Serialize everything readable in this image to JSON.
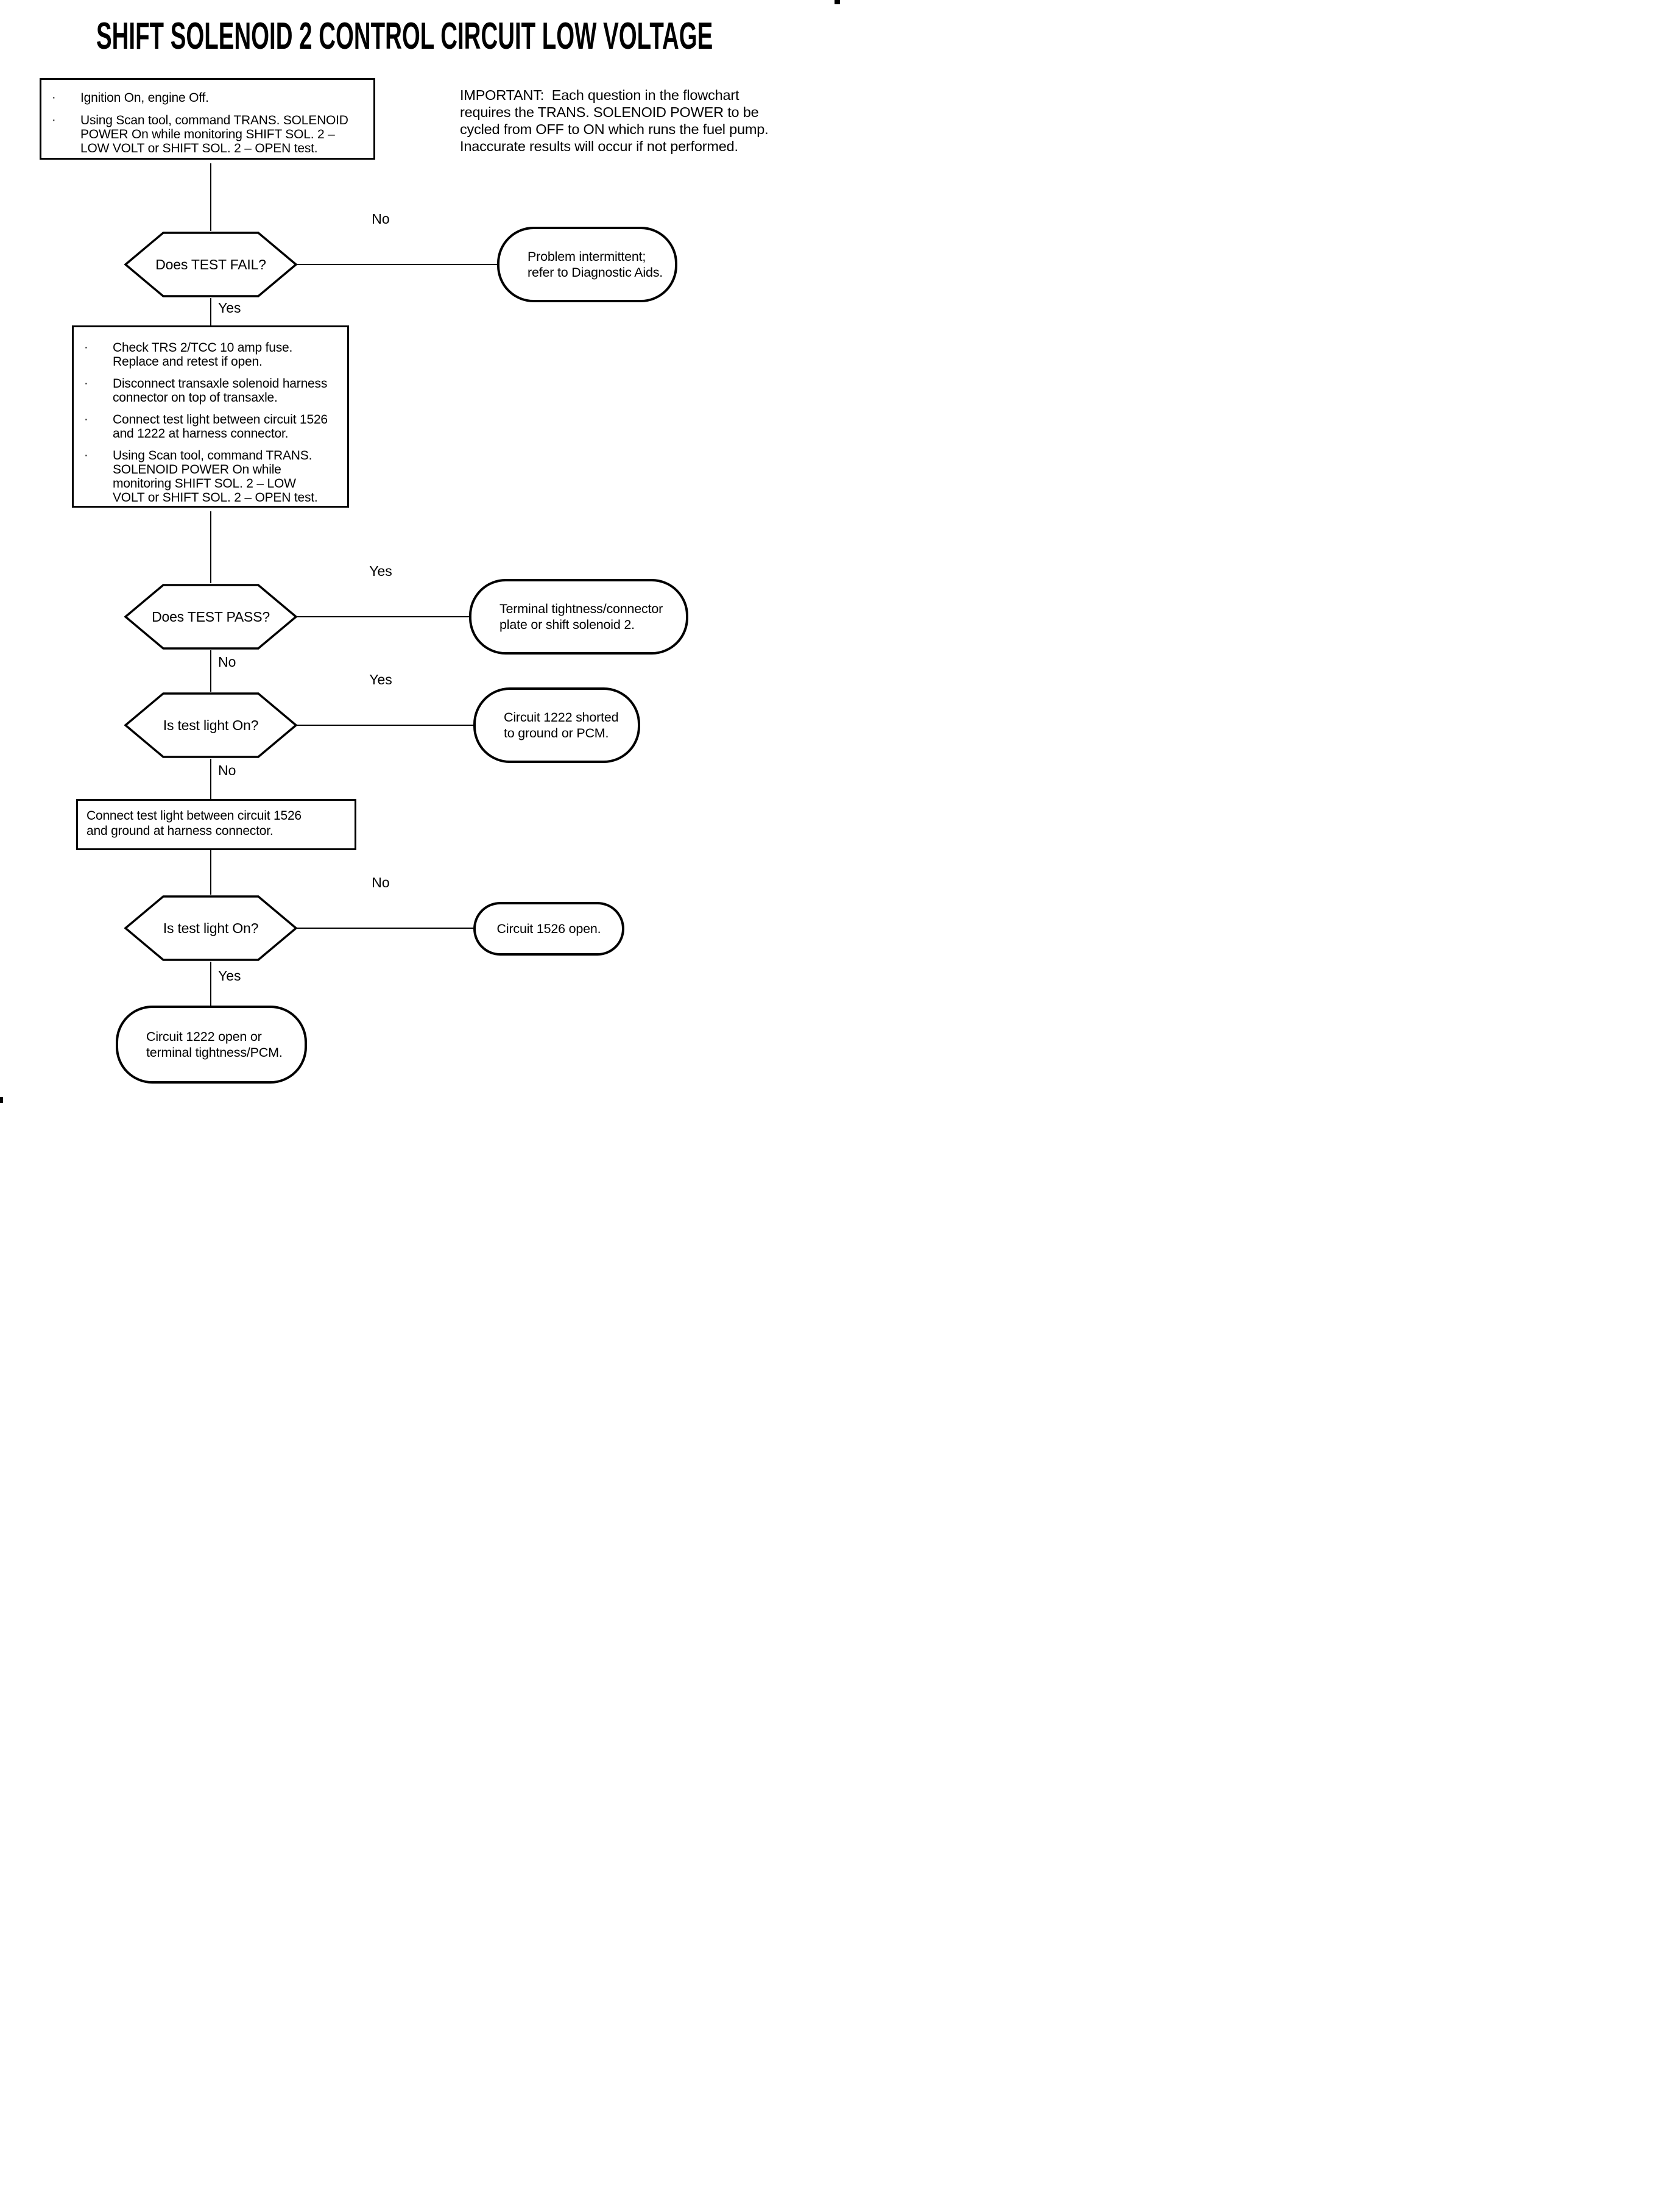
{
  "title": "SHIFT SOLENOID 2 CONTROL CIRCUIT LOW VOLTAGE",
  "important_note": "IMPORTANT:  Each question in the flowchart\nrequires the TRANS. SOLENOID POWER to be\ncycled from OFF to ON which runs the fuel pump.\nInaccurate results will occur if not performed.",
  "labels": {
    "yes": "Yes",
    "no": "No"
  },
  "flowchart": {
    "start_box": {
      "bullets": [
        "Ignition On, engine Off.",
        "Using Scan tool, command TRANS. SOLENOID\nPOWER On while monitoring SHIFT SOL. 2 –\nLOW VOLT or SHIFT SOL. 2 – OPEN test."
      ]
    },
    "decisions": {
      "test_fail": "Does TEST FAIL?",
      "test_pass": "Does TEST PASS?",
      "test_light_1": "Is test light On?",
      "test_light_2": "Is test light On?"
    },
    "action_box": {
      "bullets": [
        "Check TRS 2/TCC 10 amp fuse.\nReplace and retest if open.",
        "Disconnect transaxle solenoid harness\nconnector on top of transaxle.",
        "Connect test light between circuit 1526\nand 1222 at harness connector.",
        "Using Scan tool, command TRANS.\nSOLENOID POWER On while\nmonitoring SHIFT SOL. 2 – LOW\nVOLT or SHIFT SOL. 2 – OPEN test."
      ]
    },
    "process_box": {
      "text": "Connect test light between circuit 1526\nand ground at harness connector."
    },
    "terminals": {
      "problem_intermittent": "Problem intermittent;\nrefer to Diagnostic Aids.",
      "terminal_tightness": "Terminal tightness/connector\nplate or shift solenoid 2.",
      "circuit_1222_shorted": "Circuit 1222 shorted\nto ground or PCM.",
      "circuit_1526_open": "Circuit 1526 open.",
      "circuit_1222_open": "Circuit 1222 open or\nterminal tightness/PCM."
    }
  }
}
